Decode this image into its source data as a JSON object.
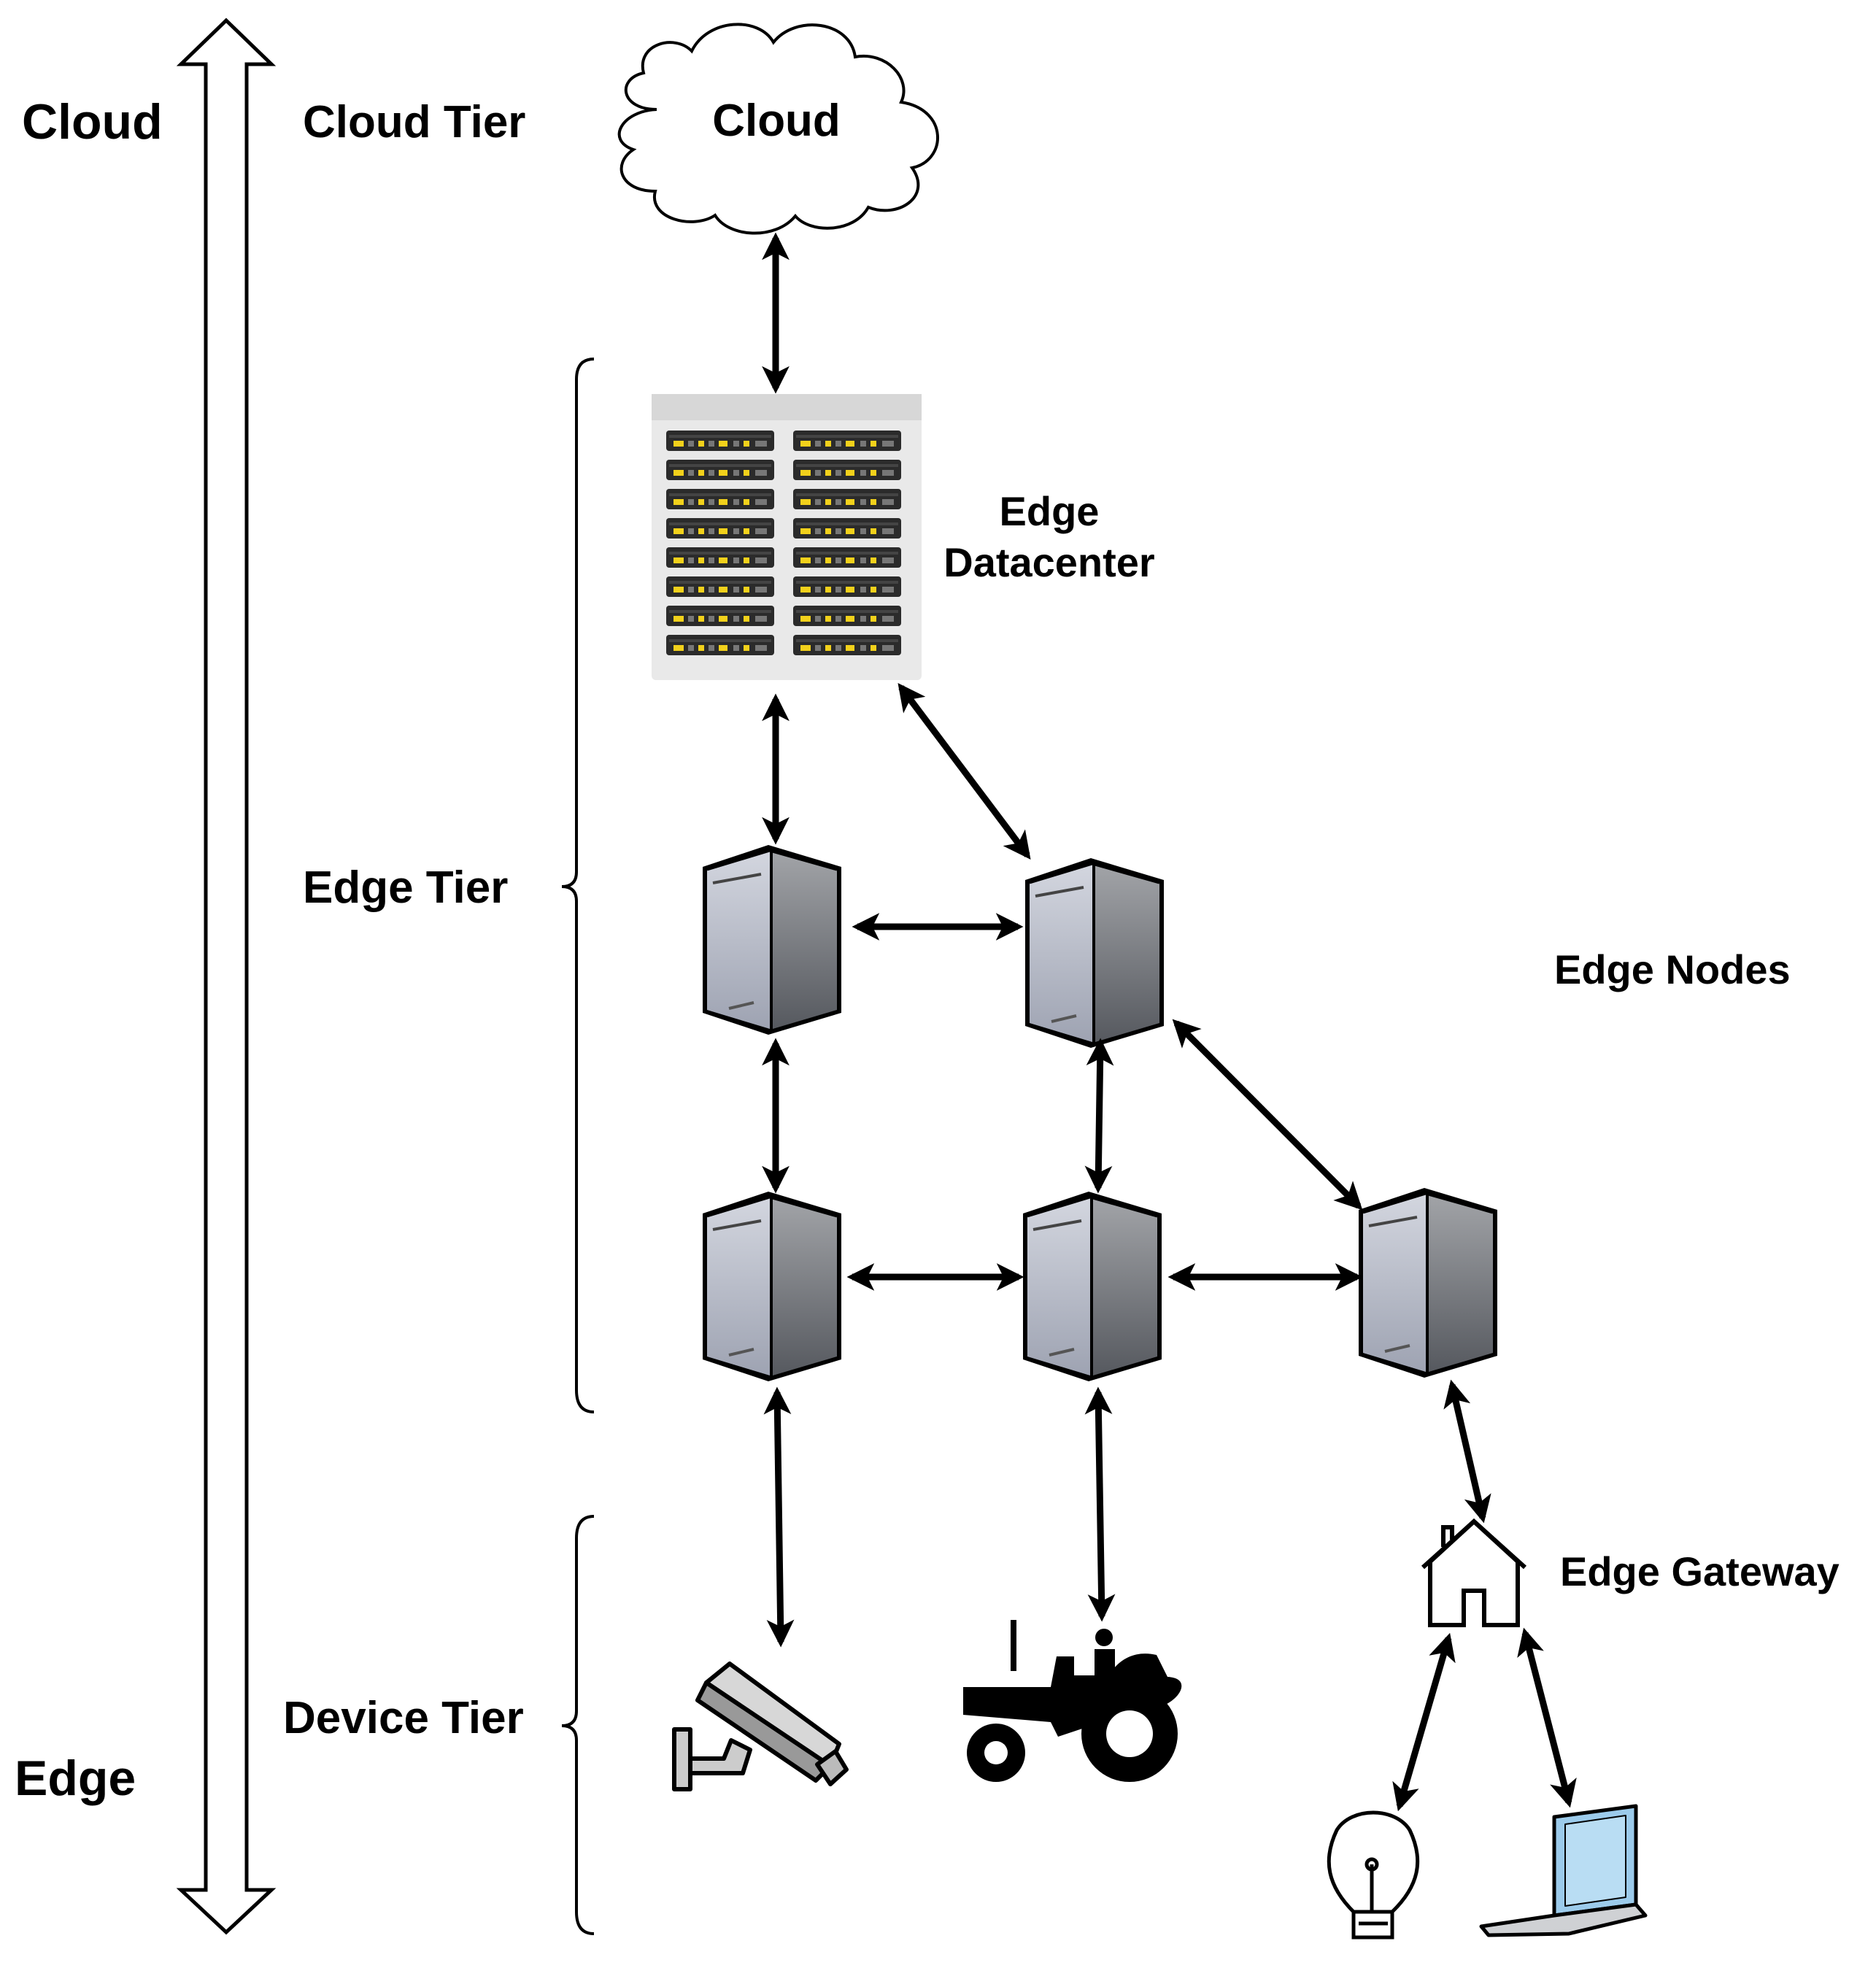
{
  "axis": {
    "top_label": "Cloud",
    "bottom_label": "Edge"
  },
  "tiers": {
    "cloud": "Cloud Tier",
    "edge": "Edge Tier",
    "device": "Device Tier"
  },
  "nodes": {
    "cloud": "Cloud",
    "datacenter_line1": "Edge",
    "datacenter_line2": "Datacenter",
    "edge_nodes": "Edge Nodes",
    "edge_gateway": "Edge Gateway"
  },
  "icons": {
    "cloud": "cloud-icon",
    "datacenter": "server-rack-icon",
    "edge_node": "server-tower-icon",
    "gateway": "house-icon",
    "camera": "security-camera-icon",
    "tractor": "tractor-icon",
    "bulb": "light-bulb-icon",
    "laptop": "laptop-icon"
  },
  "colors": {
    "rack_led": "#f2d11b",
    "rack_unit": "#2b2b2b",
    "server_front": "#b7bcc8",
    "server_side": "#8e9196",
    "laptop_screen": "#9ccbeb"
  }
}
